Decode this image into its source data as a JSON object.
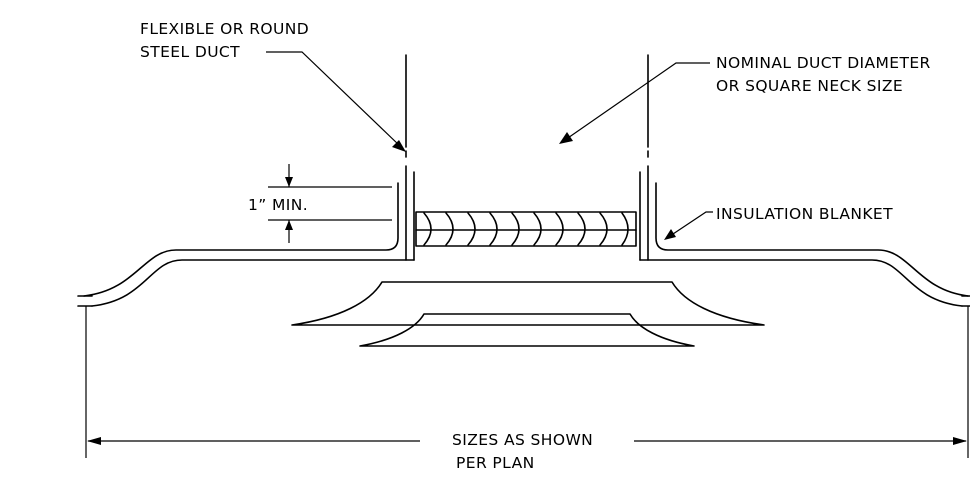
{
  "labels": {
    "duct_line1": "FLEXIBLE OR ROUND",
    "duct_line2": "STEEL DUCT",
    "diameter_line1": "NOMINAL DUCT DIAMETER",
    "diameter_line2": "OR SQUARE NECK SIZE",
    "insulation": "INSULATION BLANKET",
    "min_dim": "1” MIN.",
    "size_line1": "SIZES AS SHOWN",
    "size_line2": "PER PLAN"
  }
}
